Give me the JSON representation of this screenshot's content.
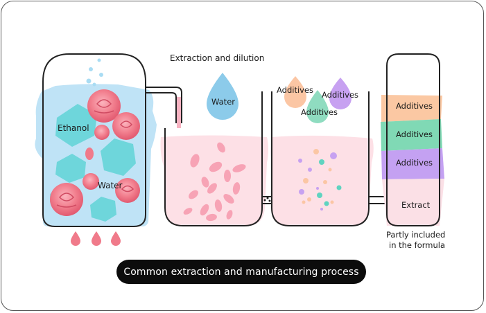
{
  "labels": {
    "ethanol": "Ethanol",
    "water_tank1": "Water",
    "extraction_title": "Extraction and dilution",
    "water_drop": "Water",
    "additives_a": "Additives",
    "additives_b": "Additives",
    "additives_c": "Additives",
    "layer_additives_1": "Additives",
    "layer_additives_2": "Additives",
    "layer_additives_3": "Additives",
    "extract": "Extract",
    "note_line1": "Partly included",
    "note_line2": "in the formula"
  },
  "caption": "Common extraction and manufacturing process",
  "colors": {
    "outline": "#222222",
    "liquid_blue": "#bfe3f6",
    "hexagon": "#5fd3d6",
    "rose": "#f07a8a",
    "pink_liquid": "#fde0e6",
    "petal": "#f7a3b5",
    "drop_water": "#8ccbea",
    "drop_orange": "#fbc6a4",
    "drop_teal": "#8fdcc0",
    "drop_purple": "#c7a1f1",
    "layer_orange": "#fbc8a3",
    "layer_teal": "#80d9b5",
    "layer_purple": "#c4a1f2",
    "layer_pink": "#fbe0e6"
  }
}
